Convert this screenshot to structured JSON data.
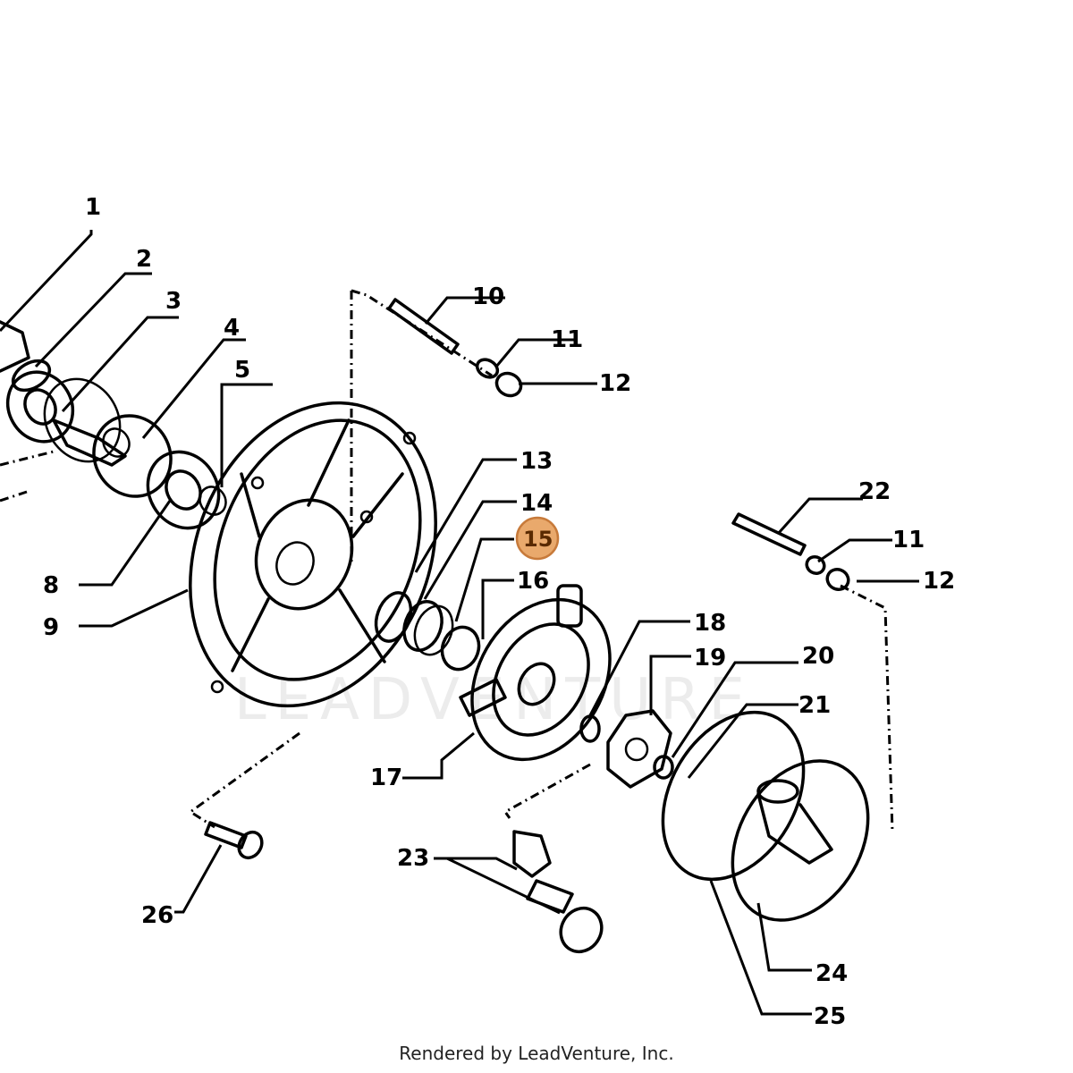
{
  "watermark": "LEADVENTURE",
  "credit": "Rendered by LeadVenture, Inc.",
  "highlight_color": "#e9a96c",
  "labels": {
    "p1": "1",
    "p2": "2",
    "p3": "3",
    "p4": "4",
    "p5": "5",
    "p8": "8",
    "p9": "9",
    "p10": "10",
    "p11a": "11",
    "p12a": "12",
    "p13": "13",
    "p14": "14",
    "p15": "15",
    "p16": "16",
    "p17": "17",
    "p18": "18",
    "p19": "19",
    "p20": "20",
    "p21": "21",
    "p22": "22",
    "p11b": "11",
    "p12b": "12",
    "p23": "23",
    "p24": "24",
    "p25": "25",
    "p26": "26"
  }
}
